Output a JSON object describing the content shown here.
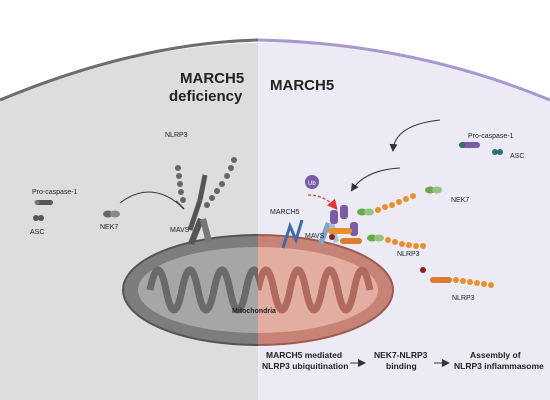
{
  "left_panel": {
    "title_line1": "MARCH5",
    "title_line2": "deficiency",
    "labels": {
      "nlrp3": "NLRP3",
      "pro_caspase": "Pro-caspase-1",
      "asc": "ASC",
      "nek7": "NEK7",
      "mavs": "MAVS"
    }
  },
  "right_panel": {
    "title": "MARCH5",
    "labels": {
      "pro_caspase": "Pro-caspase-1",
      "asc": "ASC",
      "nek7": "NEK7",
      "ub": "Ub",
      "march5": "MARCH5",
      "mavs": "MAVS",
      "nlrp3_bound": "NLRP3",
      "nlrp3_free": "NLRP3"
    }
  },
  "organelle_label": "Mitochondria",
  "steps": [
    {
      "line1": "MARCH5 mediated",
      "line2": "NLRP3 ubiquitination"
    },
    {
      "line1": "NEK7-NLRP3",
      "line2": "binding"
    },
    {
      "line1": "Assembly of",
      "line2": "NLRP3 inflammasome"
    }
  ],
  "colors": {
    "left_bg": "#dddddd",
    "right_bg": "#ecebf5",
    "membrane": "#a898cf",
    "mito_left": "#7d7d7d",
    "mito_right": "#c88377",
    "nlrp3_orange": "#e8902e",
    "nek7_green": "#6aa84f",
    "asc_teal": "#2e6f73",
    "ub_purple": "#7b5aa6",
    "mavs_blue": "#7fa6c9"
  }
}
